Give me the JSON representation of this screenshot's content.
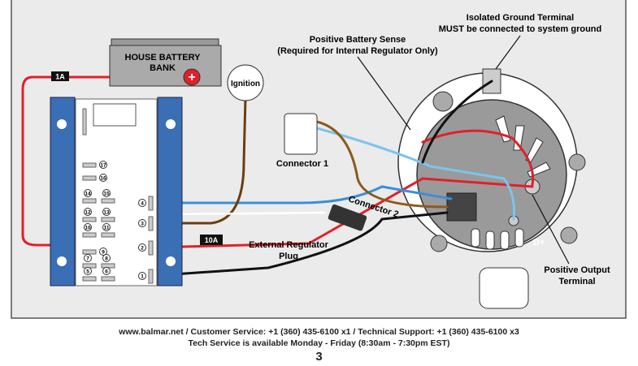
{
  "diagram": {
    "house_battery": [
      "HOUSE BATTERY",
      "BANK"
    ],
    "fuse_1a": "1A",
    "fuse_10a": "10A",
    "ignition": "Ignition",
    "connector1": "Connector 1",
    "connector2": "Connector 2",
    "ext_reg_plug": [
      "External Regulator",
      "Plug"
    ],
    "pos_sense": [
      "Positive Battery Sense",
      "(Required for Internal Regulator Only)"
    ],
    "iso_ground": [
      "Isolated Ground Terminal",
      "MUST be connected to system ground"
    ],
    "pos_output": [
      "Positive Output",
      "Terminal"
    ],
    "d_plus": "D+",
    "terminals_left": [
      "17",
      "16",
      "14",
      "15",
      "12",
      "13",
      "10",
      "11",
      "9",
      "7",
      "8",
      "5",
      "6"
    ],
    "terminals_right": [
      "4",
      "3",
      "2",
      "1"
    ],
    "colors": {
      "blue_plate": "#3a6fb5",
      "red_wire": "#e0202a",
      "blue_wire": "#3a8fd8",
      "brown_wire": "#6b3d12",
      "light_blue": "#7cc4ee",
      "frame_bg": "#ebebeb",
      "alt_gray": "#9a9a9a"
    }
  },
  "footer": {
    "line1": "www.balmar.net   /   Customer Service: +1 (360) 435-6100 x1   /   Technical Support: +1 (360) 435-6100 x3",
    "line2": "Tech Service is available Monday - Friday (8:30am - 7:30pm EST)",
    "page_number": "3"
  }
}
